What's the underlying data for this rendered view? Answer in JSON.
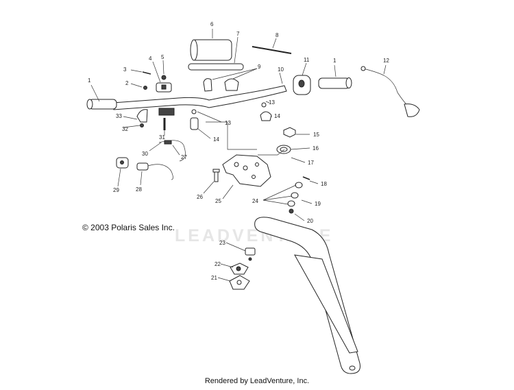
{
  "diagram": {
    "callouts": {
      "c1a": "1",
      "c1b": "1",
      "c2": "2",
      "c3": "3",
      "c4": "4",
      "c5": "5",
      "c6": "6",
      "c7": "7",
      "c8": "8",
      "c9": "9",
      "c10": "10",
      "c11": "11",
      "c12": "12",
      "c13a": "13",
      "c13b": "13",
      "c14a": "14",
      "c14b": "14",
      "c15": "15",
      "c16": "16",
      "c17": "17",
      "c18": "18",
      "c19": "19",
      "c20": "20",
      "c21": "21",
      "c22": "22",
      "c23": "23",
      "c24": "24",
      "c25": "25",
      "c26": "26",
      "c27": "27",
      "c28": "28",
      "c29": "29",
      "c30": "30",
      "c31": "31",
      "c32": "32",
      "c33": "33"
    },
    "copyright": "© 2003 Polaris Sales Inc.",
    "watermark": "LEADVENTURE",
    "footer": "Rendered by LeadVenture, Inc."
  }
}
